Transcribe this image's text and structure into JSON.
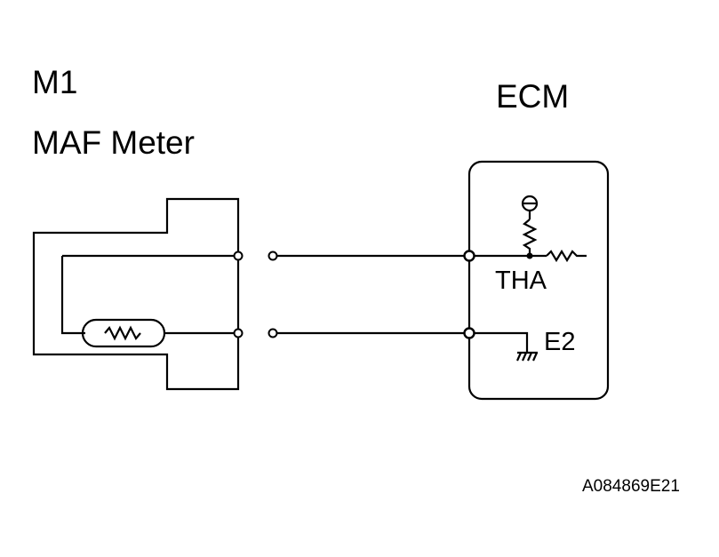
{
  "connector_id": "M1",
  "component_name": "MAF Meter",
  "ecm_label": "ECM",
  "terminals": {
    "tha": "THA",
    "e2": "E2"
  },
  "figure_code": "A084869E21"
}
